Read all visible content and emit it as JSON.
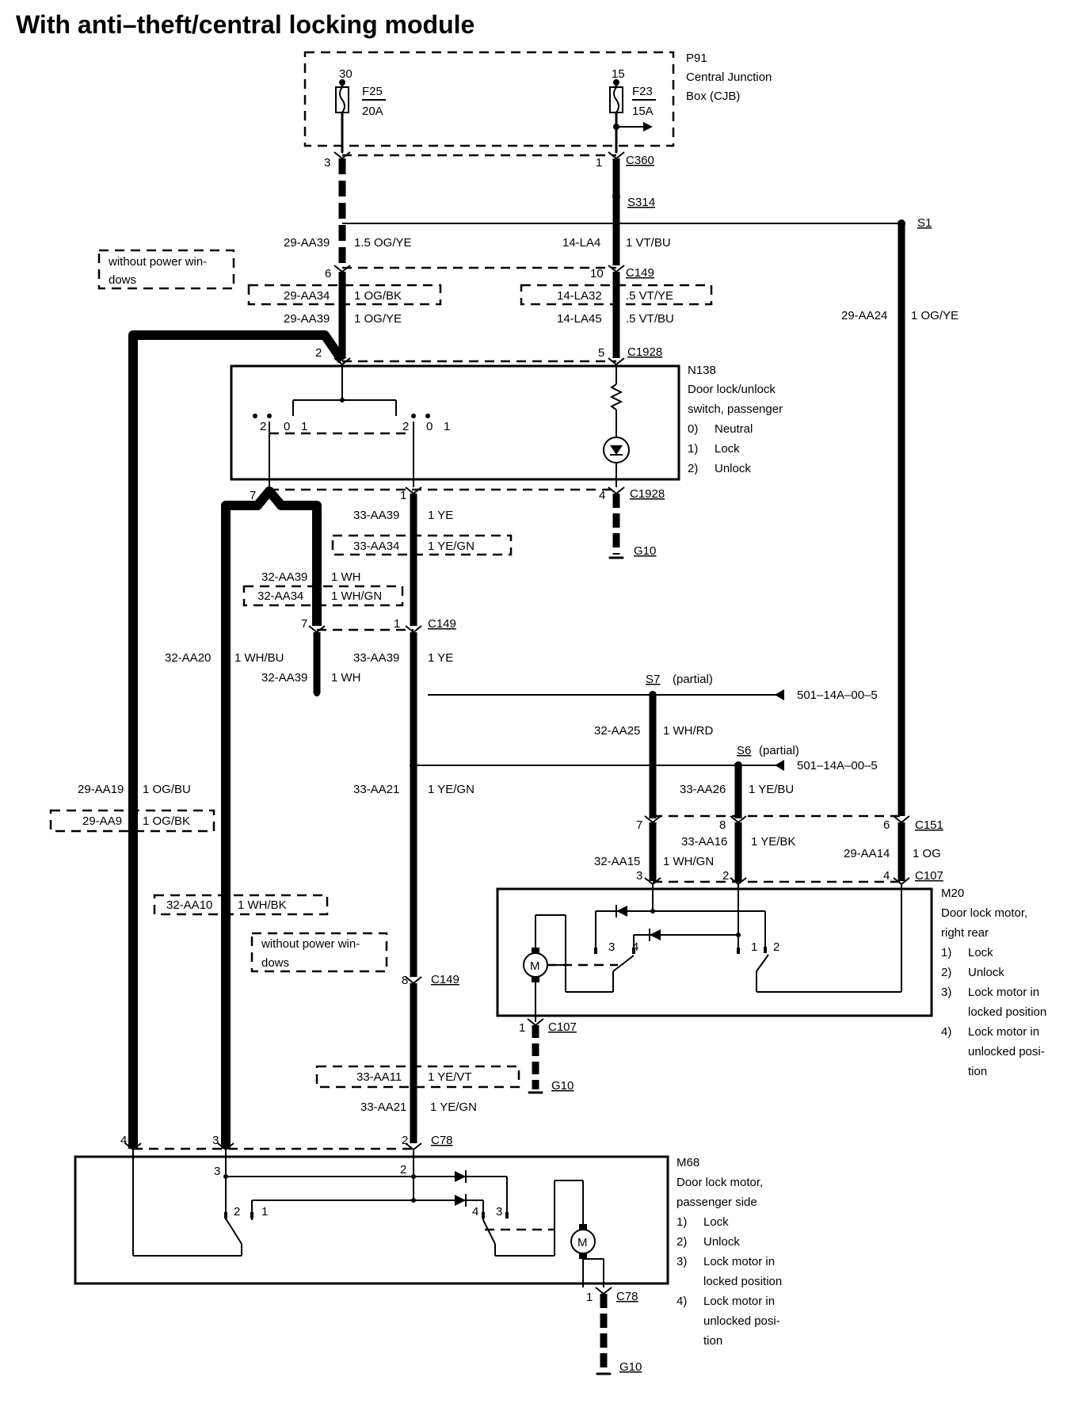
{
  "title": "With anti–theft/central locking module",
  "components": {
    "p91": {
      "id": "P91",
      "name_l1": "Central Junction",
      "name_l2": "Box (CJB)"
    },
    "f25": {
      "pin": "30",
      "id": "F25",
      "rating": "20A"
    },
    "f23": {
      "pin": "15",
      "id": "F23",
      "rating": "15A"
    },
    "n138": {
      "id": "N138",
      "l1": "Door lock/unlock",
      "l2": "switch, passenger",
      "legend": [
        {
          "k": "0)",
          "v": "Neutral"
        },
        {
          "k": "1)",
          "v": "Lock"
        },
        {
          "k": "2)",
          "v": "Unlock"
        }
      ],
      "sw_a": {
        "p2": "2",
        "p0": "0",
        "p1": "1"
      },
      "sw_b": {
        "p2": "2",
        "p0": "0",
        "p1": "1"
      }
    },
    "m20": {
      "id": "M20",
      "l1": "Door lock motor,",
      "l2": "right rear",
      "legend": [
        {
          "k": "1)",
          "v": "Lock"
        },
        {
          "k": "2)",
          "v": "Unlock"
        },
        {
          "k": "3)",
          "v": "Lock motor in"
        },
        {
          "k": "",
          "v": "locked position"
        },
        {
          "k": "4)",
          "v": "Lock motor in"
        },
        {
          "k": "",
          "v": "unlocked posi-"
        },
        {
          "k": "",
          "v": "tion"
        }
      ],
      "pins": {
        "a": "3",
        "b": "4",
        "c": "1",
        "d": "2"
      },
      "motor": "M"
    },
    "m68": {
      "id": "M68",
      "l1": "Door lock motor,",
      "l2": "passenger side",
      "legend": [
        {
          "k": "1)",
          "v": "Lock"
        },
        {
          "k": "2)",
          "v": "Unlock"
        },
        {
          "k": "3)",
          "v": "Lock motor in"
        },
        {
          "k": "",
          "v": "locked position"
        },
        {
          "k": "4)",
          "v": "Lock motor in"
        },
        {
          "k": "",
          "v": "unlocked posi-"
        },
        {
          "k": "",
          "v": "tion"
        }
      ],
      "pins": {
        "a": "3",
        "b": "2",
        "c": "2",
        "d": "1",
        "e": "4",
        "f": "3"
      },
      "motor": "M"
    }
  },
  "connectors": {
    "c360": "C360",
    "s314": "S314",
    "s1": "S1",
    "c149": "C149",
    "c1928": "C1928",
    "c151": "C151",
    "c107": "C107",
    "c78": "C78",
    "s7": "S7",
    "s6": "S6",
    "g10": "G10",
    "partial": "(partial)",
    "ref": "501–14A–00–5"
  },
  "pins": {
    "p3": "3",
    "p1": "1",
    "p6": "6",
    "p10": "10",
    "p2": "2",
    "p5": "5",
    "p7": "7",
    "p4": "4",
    "p8": "8"
  },
  "wires": {
    "w29aa39": "29-AA39",
    "w29aa39c": "1.5 OG/YE",
    "w14la4": "14-LA4",
    "w14la4c": "1 VT/BU",
    "w29aa34": "29-AA34",
    "w29aa34c": "1 OG/BK",
    "w29aa39b": "29-AA39",
    "w29aa39bc": "1 OG/YE",
    "w14la32": "14-LA32",
    "w14la32c": ".5 VT/YE",
    "w14la45": "14-LA45",
    "w14la45c": ".5 VT/BU",
    "w29aa24": "29-AA24",
    "w29aa24c": "1 OG/YE",
    "w33aa39": "33-AA39",
    "w33aa39c": "1 YE",
    "w33aa34": "33-AA34",
    "w33aa34c": "1 YE/GN",
    "w32aa39": "32-AA39",
    "w32aa39c": "1 WH",
    "w32aa34": "32-AA34",
    "w32aa34c": "1 WH/GN",
    "w32aa20": "32-AA20",
    "w32aa20c": "1 WH/BU",
    "w33aa39b": "33-AA39",
    "w33aa39bc": "1 YE",
    "w32aa39b": "32-AA39",
    "w32aa39bc": "1 WH",
    "w32aa25": "32-AA25",
    "w32aa25c": "1 WH/RD",
    "w29aa19": "29-AA19",
    "w29aa19c": "1 OG/BU",
    "w29aa9": "29-AA9",
    "w29aa9c": "1 OG/BK",
    "w33aa21": "33-AA21",
    "w33aa21c": "1 YE/GN",
    "w33aa26": "33-AA26",
    "w33aa26c": "1 YE/BU",
    "w33aa16": "33-AA16",
    "w33aa16c": "1 YE/BK",
    "w29aa14": "29-AA14",
    "w29aa14c": "1 OG",
    "w32aa15": "32-AA15",
    "w32aa15c": "1 WH/GN",
    "w32aa10": "32-AA10",
    "w32aa10c": "1 WH/BK",
    "w33aa11": "33-AA11",
    "w33aa11c": "1 YE/VT",
    "w33aa21b": "33-AA21",
    "w33aa21bc": "1 YE/GN"
  },
  "notes": {
    "npw1a": "without power win-",
    "npw1b": "dows",
    "npw2a": "without power win-",
    "npw2b": "dows"
  }
}
